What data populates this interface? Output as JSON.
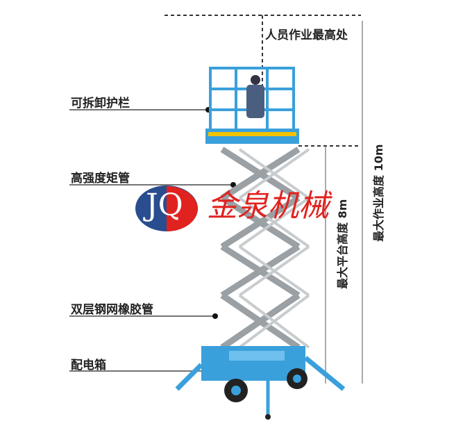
{
  "labels": {
    "max_person_height": "人员作业最高处",
    "railing": "可拆卸护栏",
    "tube": "高强度矩管",
    "hose": "双层钢网橡胶管",
    "box": "配电箱",
    "platform_height": "最大平台高度  8m",
    "work_height": "最大作业高度  10m"
  },
  "logo": {
    "initials": "JQ",
    "name": "金泉机械"
  },
  "colors": {
    "lift_blue": "#3aa0dc",
    "logo_blue": "#2a4d8f",
    "logo_red": "#e0231f"
  }
}
